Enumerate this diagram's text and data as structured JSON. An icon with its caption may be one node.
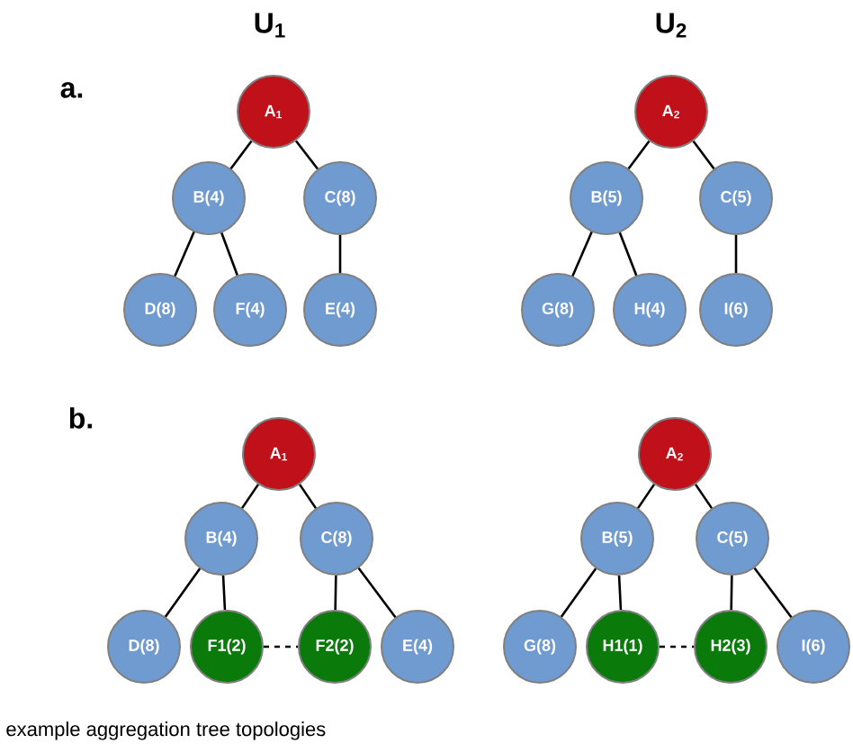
{
  "diagram": {
    "caption": "example aggregation tree topologies",
    "nodes": [
      {
        "text": [
          "A$_{1}$"
        ]
      },
      {
        "text": [
          "B(4)"
        ]
      },
      {
        "text": [
          "C(8)"
        ]
      },
      {
        "text": [
          "D(8)"
        ]
      },
      {
        "text": [
          "F(4)"
        ]
      },
      {
        "text": [
          "E(4)"
        ]
      },
      {
        "text": [
          "A$_{2}$"
        ]
      },
      {
        "text": [
          "B(5)"
        ]
      },
      {
        "text": [
          "C(5)"
        ]
      },
      {
        "text": [
          "G(8)"
        ]
      },
      {
        "text": [
          "H(4)"
        ]
      },
      {
        "text": [
          "I(6)"
        ]
      },
      {
        "text": [
          "A$_{1}$"
        ]
      },
      {
        "text": [
          "B(4)"
        ]
      },
      {
        "text": [
          "C(8)"
        ]
      },
      {
        "text": [
          "D(8)"
        ]
      },
      {
        "text": [
          "F1(2)"
        ]
      },
      {
        "text": [
          "F2(2)"
        ]
      },
      {
        "text": [
          "E(4)"
        ]
      },
      {
        "text": [
          "A$_{2}$"
        ]
      },
      {
        "text": [
          "B(5)"
        ]
      },
      {
        "text": [
          "C(5)"
        ]
      },
      {
        "text": [
          "G(8)"
        ]
      },
      {
        "text": [
          "H1(1)"
        ]
      },
      {
        "text": [
          "H2(3)"
        ]
      },
      {
        "text": [
          "I(6)"
        ]
      }
    ],
    "edges": [
      {
        "from": 0,
        "to": 1,
        "arrow": "none"
      },
      {
        "from": 0,
        "to": 2,
        "arrow": "none"
      },
      {
        "from": 1,
        "to": 3,
        "arrow": "none"
      },
      {
        "from": 1,
        "to": 4,
        "arrow": "none"
      },
      {
        "from": 2,
        "to": 5,
        "arrow": "none"
      },
      {
        "from": 6,
        "to": 7,
        "arrow": "none"
      },
      {
        "from": 6,
        "to": 8,
        "arrow": "none"
      },
      {
        "from": 7,
        "to": 9,
        "arrow": "none"
      },
      {
        "from": 7,
        "to": 10,
        "arrow": "none"
      },
      {
        "from": 8,
        "to": 11,
        "arrow": "none"
      },
      {
        "from": 12,
        "to": 13,
        "arrow": "none"
      },
      {
        "from": 12,
        "to": 14,
        "arrow": "none"
      },
      {
        "from": 13,
        "to": 15,
        "arrow": "none"
      },
      {
        "from": 13,
        "to": 16,
        "arrow": "none"
      },
      {
        "from": 14,
        "to": 17,
        "arrow": "none"
      },
      {
        "from": 14,
        "to": 18,
        "arrow": "none"
      },
      {
        "from": 16,
        "to": 17,
        "arrow": "none",
        "style": "dashed"
      },
      {
        "from": 19,
        "to": 20,
        "arrow": "none"
      },
      {
        "from": 19,
        "to": 21,
        "arrow": "none"
      },
      {
        "from": 20,
        "to": 22,
        "arrow": "none"
      },
      {
        "from": 20,
        "to": 23,
        "arrow": "none"
      },
      {
        "from": 21,
        "to": 24,
        "arrow": "none"
      },
      {
        "from": 21,
        "to": 25,
        "arrow": "none"
      },
      {
        "from": 23,
        "to": 24,
        "arrow": "none",
        "style": "dashed"
      }
    ],
    "labels": [
      "U$_{1}$",
      "U$_{2}$",
      "a.",
      "b."
    ]
  }
}
